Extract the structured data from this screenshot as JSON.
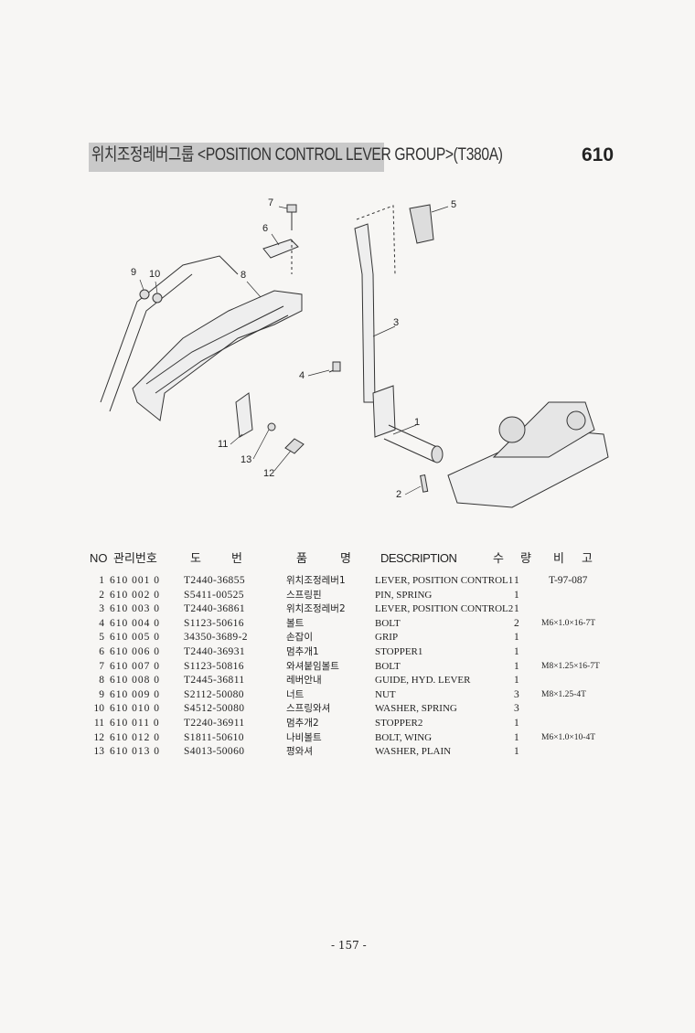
{
  "header": {
    "title": "위치조정레버그룹 <POSITION CONTROL LEVER GROUP>(T380A)",
    "section": "610"
  },
  "diagram": {
    "callouts": [
      "1",
      "2",
      "3",
      "4",
      "5",
      "6",
      "7",
      "8",
      "9",
      "10",
      "11",
      "12",
      "13"
    ]
  },
  "table": {
    "headers": {
      "no": "NO",
      "code": "관리번호",
      "dwg1": "도",
      "dwg2": "번",
      "name1": "품",
      "name2": "명",
      "desc": "DESCRIPTION",
      "qty1": "수",
      "qty2": "량",
      "rem1": "비",
      "rem2": "고"
    },
    "rows": [
      {
        "no": "1",
        "code": "610 001 0",
        "dwg": "T2440-36855",
        "kor": "위치조정레버1",
        "desc": "LEVER, POSITION CONTROL1",
        "qty": "1",
        "remark": "T-97-087"
      },
      {
        "no": "2",
        "code": "610 002 0",
        "dwg": "S5411-00525",
        "kor": "스프링핀",
        "desc": "PIN, SPRING",
        "qty": "1",
        "remark": ""
      },
      {
        "no": "3",
        "code": "610 003 0",
        "dwg": "T2440-36861",
        "kor": "위치조정레버2",
        "desc": "LEVER, POSITION CONTROL2",
        "qty": "1",
        "remark": ""
      },
      {
        "no": "4",
        "code": "610 004 0",
        "dwg": "S1123-50616",
        "kor": "볼트",
        "desc": "BOLT",
        "qty": "2",
        "remark": "M6×1.0×16-7T"
      },
      {
        "no": "5",
        "code": "610 005 0",
        "dwg": "34350-3689-2",
        "kor": "손잡이",
        "desc": "GRIP",
        "qty": "1",
        "remark": ""
      },
      {
        "no": "6",
        "code": "610 006 0",
        "dwg": "T2440-36931",
        "kor": "멈추개1",
        "desc": "STOPPER1",
        "qty": "1",
        "remark": ""
      },
      {
        "no": "7",
        "code": "610 007 0",
        "dwg": "S1123-50816",
        "kor": "와셔붙임볼트",
        "desc": "BOLT",
        "qty": "1",
        "remark": "M8×1.25×16-7T"
      },
      {
        "no": "8",
        "code": "610 008 0",
        "dwg": "T2445-36811",
        "kor": "레버안내",
        "desc": "GUIDE, HYD. LEVER",
        "qty": "1",
        "remark": ""
      },
      {
        "no": "9",
        "code": "610 009 0",
        "dwg": "S2112-50080",
        "kor": "너트",
        "desc": "NUT",
        "qty": "3",
        "remark": "M8×1.25-4T"
      },
      {
        "no": "10",
        "code": "610 010 0",
        "dwg": "S4512-50080",
        "kor": "스프링와셔",
        "desc": "WASHER, SPRING",
        "qty": "3",
        "remark": ""
      },
      {
        "no": "11",
        "code": "610 011 0",
        "dwg": "T2240-36911",
        "kor": "멈추개2",
        "desc": "STOPPER2",
        "qty": "1",
        "remark": ""
      },
      {
        "no": "12",
        "code": "610 012 0",
        "dwg": "S1811-50610",
        "kor": "나비볼트",
        "desc": "BOLT, WING",
        "qty": "1",
        "remark": "M6×1.0×10-4T"
      },
      {
        "no": "13",
        "code": "610 013 0",
        "dwg": "S4013-50060",
        "kor": "평와셔",
        "desc": "WASHER, PLAIN",
        "qty": "1",
        "remark": ""
      }
    ]
  },
  "footer": {
    "page": "- 157 -"
  }
}
